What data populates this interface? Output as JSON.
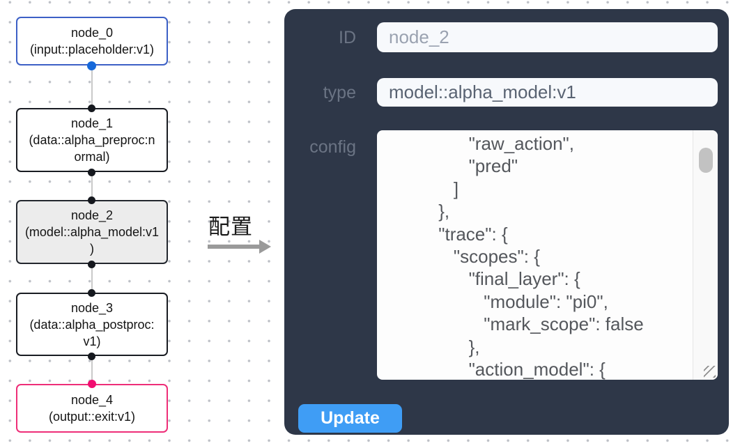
{
  "flow": {
    "nodes": [
      {
        "id": "node_0",
        "kind": "input",
        "selected": false,
        "lines": [
          "node_0",
          "(input::placeholder:v1)"
        ]
      },
      {
        "id": "node_1",
        "kind": "data",
        "selected": false,
        "lines": [
          "node_1",
          "(data::alpha_preproc:n",
          "ormal)"
        ]
      },
      {
        "id": "node_2",
        "kind": "model",
        "selected": true,
        "lines": [
          "node_2",
          "(model::alpha_model:v1",
          ")"
        ]
      },
      {
        "id": "node_3",
        "kind": "data",
        "selected": false,
        "lines": [
          "node_3",
          "(data::alpha_postproc:",
          "v1)"
        ]
      },
      {
        "id": "node_4",
        "kind": "output",
        "selected": false,
        "lines": [
          "node_4",
          "(output::exit:v1)"
        ]
      }
    ],
    "annotation": {
      "label": "配置",
      "arrow_icon": "right-arrow"
    }
  },
  "panel": {
    "id_field": {
      "label": "ID",
      "value": "node_2"
    },
    "type_field": {
      "label": "type",
      "value": "model::alpha_model:v1"
    },
    "config_field": {
      "label": "config"
    },
    "config_lines": [
      "                \"raw_action\",",
      "                \"pred\"",
      "             ]",
      "          },",
      "          \"trace\": {",
      "             \"scopes\": {",
      "                \"final_layer\": {",
      "                   \"module\": \"pi0\",",
      "                   \"mark_scope\": false",
      "                },",
      "                \"action_model\": {"
    ],
    "update_label": "Update"
  },
  "colors": {
    "panel-bg": "#2e3748",
    "button": "#3f9df5",
    "input-border": "#3c60c6",
    "output-border": "#ee2e78",
    "dot-blue": "#1668da",
    "dot-pink": "#f10d70",
    "selected-node-bg": "#ececec",
    "node-border": "#191c22",
    "edge-line": "#c9c9c9"
  }
}
